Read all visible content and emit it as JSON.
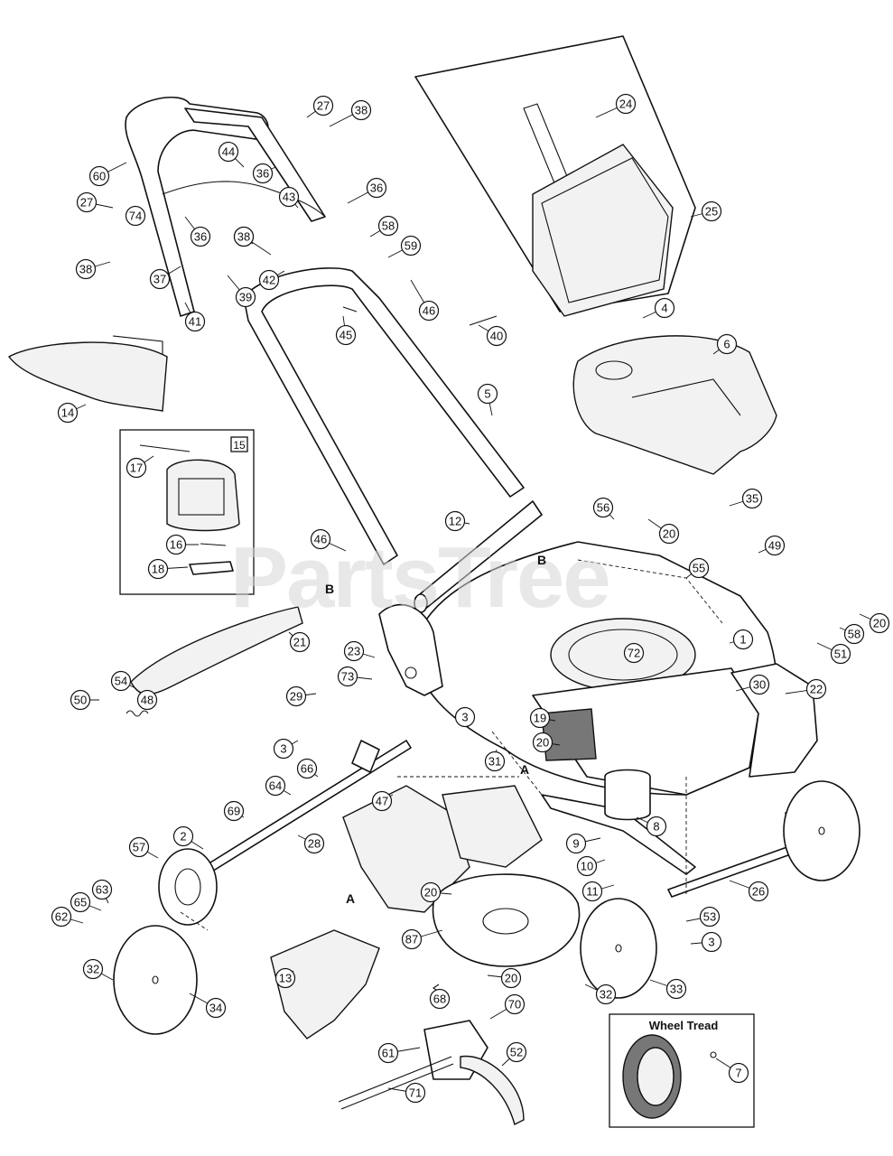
{
  "watermark": "PartsTree",
  "inset_wheel_tread": {
    "title": "Wheel Tread",
    "part": "7"
  },
  "inset_15": {
    "label": "15",
    "parts": [
      "17",
      "16",
      "18"
    ]
  },
  "section_refs": [
    "A",
    "A",
    "B",
    "B"
  ],
  "callouts": [
    {
      "label": "24"
    },
    {
      "label": "27"
    },
    {
      "label": "38"
    },
    {
      "label": "60"
    },
    {
      "label": "44"
    },
    {
      "label": "36"
    },
    {
      "label": "36"
    },
    {
      "label": "43"
    },
    {
      "label": "36"
    },
    {
      "label": "25"
    },
    {
      "label": "27"
    },
    {
      "label": "74"
    },
    {
      "label": "36"
    },
    {
      "label": "38"
    },
    {
      "label": "58"
    },
    {
      "label": "59"
    },
    {
      "label": "38"
    },
    {
      "label": "37"
    },
    {
      "label": "39"
    },
    {
      "label": "42"
    },
    {
      "label": "46"
    },
    {
      "label": "4"
    },
    {
      "label": "41"
    },
    {
      "label": "45"
    },
    {
      "label": "40"
    },
    {
      "label": "6"
    },
    {
      "label": "14"
    },
    {
      "label": "5"
    },
    {
      "label": "35"
    },
    {
      "label": "12"
    },
    {
      "label": "56"
    },
    {
      "label": "20"
    },
    {
      "label": "46"
    },
    {
      "label": "49"
    },
    {
      "label": "55"
    },
    {
      "label": "21"
    },
    {
      "label": "20"
    },
    {
      "label": "58"
    },
    {
      "label": "1"
    },
    {
      "label": "51"
    },
    {
      "label": "23"
    },
    {
      "label": "72"
    },
    {
      "label": "54"
    },
    {
      "label": "73"
    },
    {
      "label": "30"
    },
    {
      "label": "22"
    },
    {
      "label": "50"
    },
    {
      "label": "48"
    },
    {
      "label": "29"
    },
    {
      "label": "3"
    },
    {
      "label": "3"
    },
    {
      "label": "19"
    },
    {
      "label": "20"
    },
    {
      "label": "31"
    },
    {
      "label": "66"
    },
    {
      "label": "64"
    },
    {
      "label": "47"
    },
    {
      "label": "8"
    },
    {
      "label": "69"
    },
    {
      "label": "28"
    },
    {
      "label": "2"
    },
    {
      "label": "9"
    },
    {
      "label": "10"
    },
    {
      "label": "57"
    },
    {
      "label": "26"
    },
    {
      "label": "11"
    },
    {
      "label": "63"
    },
    {
      "label": "20"
    },
    {
      "label": "65"
    },
    {
      "label": "62"
    },
    {
      "label": "87"
    },
    {
      "label": "53"
    },
    {
      "label": "3"
    },
    {
      "label": "32"
    },
    {
      "label": "13"
    },
    {
      "label": "20"
    },
    {
      "label": "32"
    },
    {
      "label": "33"
    },
    {
      "label": "34"
    },
    {
      "label": "68"
    },
    {
      "label": "70"
    },
    {
      "label": "61"
    },
    {
      "label": "52"
    },
    {
      "label": "71"
    }
  ]
}
